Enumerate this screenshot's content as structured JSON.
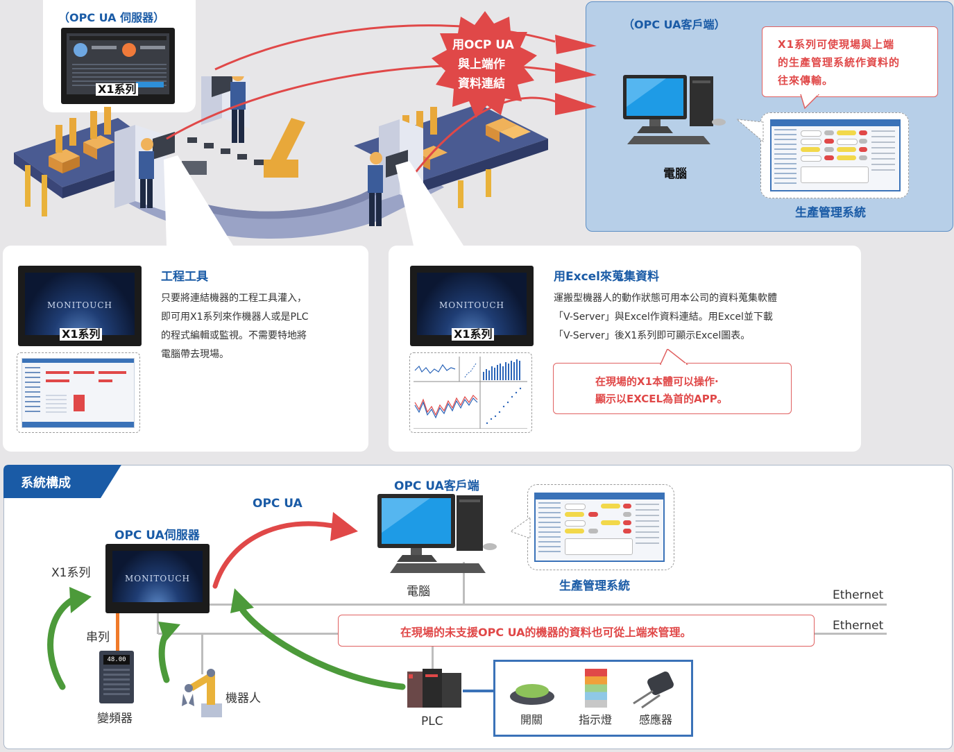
{
  "top": {
    "server_label": "（OPC UA 伺服器）",
    "client_label": "（OPC UA客戶端）",
    "starburst": [
      "用OCP UA",
      "與上端作",
      "資料連結"
    ],
    "client_callout": [
      "X1系列可使現場與上端",
      "的生產管理系統作資料的",
      "往來傳輸。"
    ],
    "pc_label": "電腦",
    "mes_label": "生產管理系統",
    "x1_tag": "X1系列"
  },
  "card_left": {
    "title": "工程工具",
    "lines": [
      "只要將連結機器的工程工具灌入，",
      "即可用X1系列來作機器人或是PLC",
      "的程式編輯或監視。不需要特地將",
      "電腦帶去現場。"
    ],
    "monitor_text": "MONITOUCH",
    "x1_tag": "X1系列"
  },
  "card_right": {
    "title": "用Excel來蒐集資料",
    "lines": [
      "運搬型機器人的動作狀態可用本公司的資料蒐集軟體",
      "「V-Server」與Excel作資料連結。用Excel並下載",
      "「V-Server」後X1系列即可顯示Excel圖表。"
    ],
    "callout": [
      "在現場的X1本體可以操作·",
      "顯示以EXCEL為首的APP。"
    ],
    "monitor_text": "MONITOUCH",
    "x1_tag": "X1系列"
  },
  "system": {
    "title": "系統構成",
    "server_label": "OPC UA伺服器",
    "client_label": "OPC UA客戶端",
    "opcua_arrow_label": "OPC UA",
    "x1_label": "X1系列",
    "monitor_text": "MONITOUCH",
    "pc_label": "電腦",
    "mes_label": "生產管理系統",
    "ethernet_1": "Ethernet",
    "ethernet_2": "Ethernet",
    "callout": "在現場的未支援OPC UA的機器的資料也可從上端來管理。",
    "serial_label": "串列",
    "inverter_label": "變頻器",
    "robot_label": "機器人",
    "plc_label": "PLC",
    "switch_label": "開關",
    "indicator_label": "指示燈",
    "sensor_label": "感應器",
    "inverter_display": "48.00"
  },
  "colors": {
    "accent_blue": "#1a5ba6",
    "accent_red": "#e04848",
    "arrow_green": "#4c9a3a",
    "client_panel": "#b7cfe8"
  }
}
